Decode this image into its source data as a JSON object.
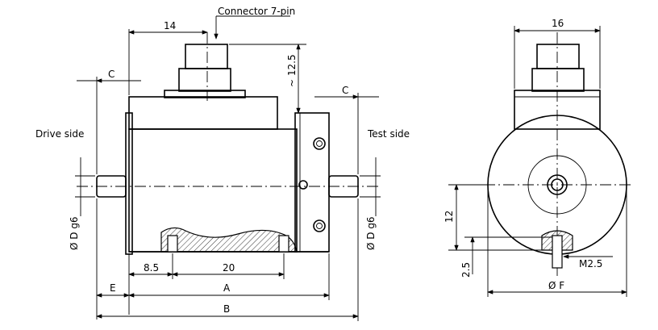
{
  "labels": {
    "connector": "Connector 7-pin",
    "drive_side": "Drive side",
    "test_side": "Test side"
  },
  "dimensions": {
    "top_14": "14",
    "height_12_5": "~ 12.5",
    "c_left": "C",
    "c_right": "C",
    "d_left": "Ø D g6",
    "d_right": "Ø D g6",
    "dim_8_5": "8.5",
    "dim_20": "20",
    "dim_e": "E",
    "dim_a": "A",
    "dim_b": "B",
    "dim_16": "16",
    "dim_12": "12",
    "dim_2_5": "2.5",
    "dim_m2_5": "M2.5",
    "dim_f": "Ø F"
  }
}
